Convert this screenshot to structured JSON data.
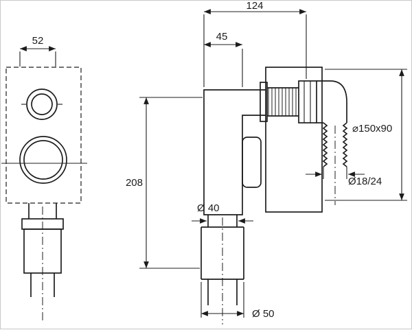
{
  "labels": {
    "plate_width": "52",
    "overall_width": "124",
    "body_depth": "45",
    "overall_height": "208",
    "tube_diameter": "Ø 40",
    "outlet_diameter": "Ø 50",
    "hose_diameter": "Ø18/24",
    "flange_size": "⌀150x90"
  },
  "colors": {
    "line": "#1c1c1c",
    "background": "#ffffff"
  }
}
